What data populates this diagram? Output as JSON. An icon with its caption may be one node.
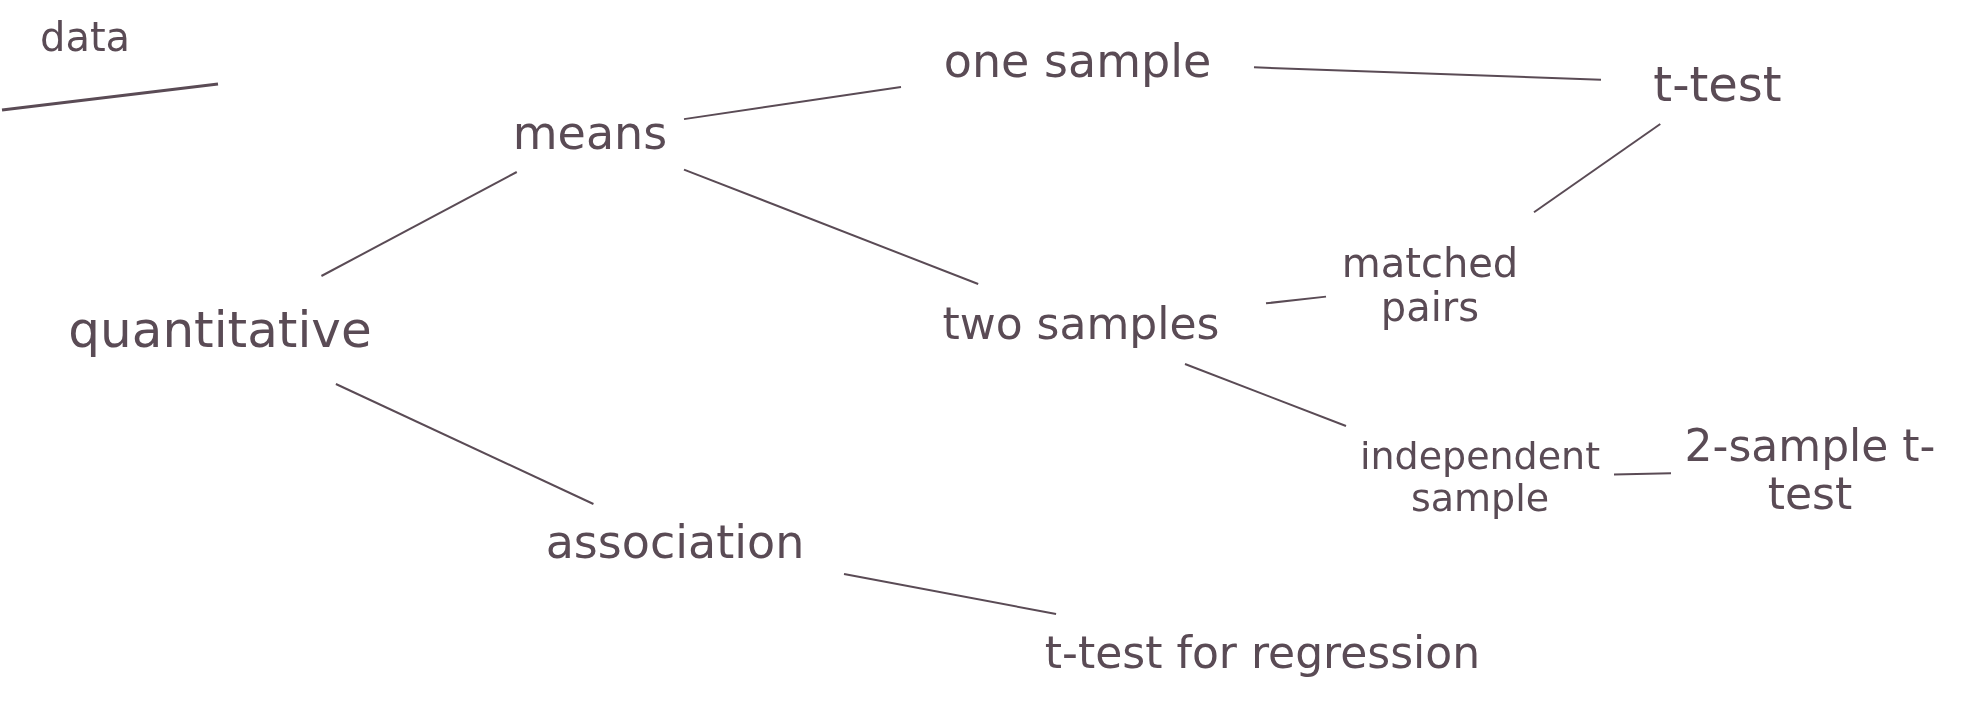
{
  "diagram": {
    "nodes": [
      {
        "text": [
          "quantitative"
        ]
      },
      {
        "text": [
          "means"
        ]
      },
      {
        "text": [
          "association"
        ]
      },
      {
        "text": [
          "one sample"
        ]
      },
      {
        "text": [
          "t-test"
        ]
      },
      {
        "text": [
          "two samples"
        ]
      },
      {
        "text": [
          "matched pairs"
        ]
      },
      {
        "text": [
          "independent sample"
        ]
      },
      {
        "text": [
          "2-sample t-test"
        ]
      },
      {
        "text": [
          "t-test for regression"
        ]
      }
    ],
    "edges": [
      {
        "from": 0,
        "to": 1,
        "arrow": "none"
      },
      {
        "from": 0,
        "to": 2,
        "arrow": "none"
      },
      {
        "from": 1,
        "to": 3,
        "arrow": "none"
      },
      {
        "from": 1,
        "to": 5,
        "arrow": "none"
      },
      {
        "from": 3,
        "to": 4,
        "arrow": "none"
      },
      {
        "from": 5,
        "to": 6,
        "arrow": "none"
      },
      {
        "from": 6,
        "to": 4,
        "arrow": "none"
      },
      {
        "from": 5,
        "to": 7,
        "arrow": "none"
      },
      {
        "from": 7,
        "to": 8,
        "arrow": "none"
      },
      {
        "from": 2,
        "to": 9,
        "arrow": "none"
      }
    ],
    "labels": [
      "data"
    ]
  }
}
